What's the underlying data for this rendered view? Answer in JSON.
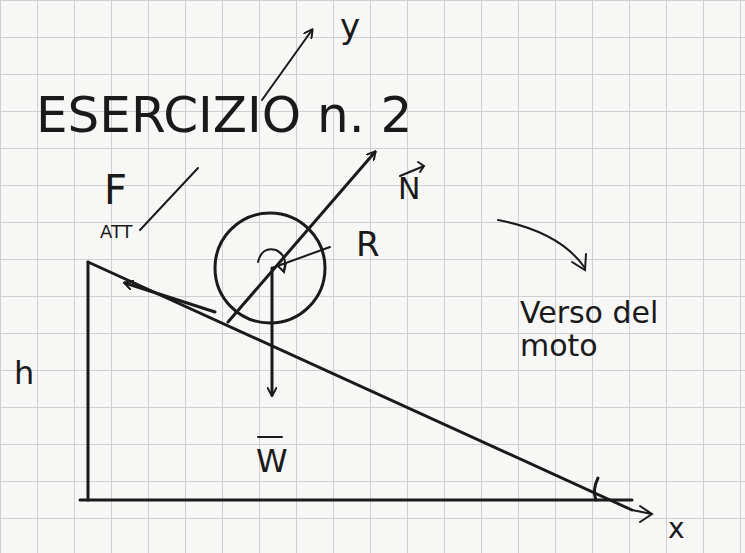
{
  "diagram": {
    "title": "ESERCIZIO n. 2",
    "labels": [
      "y",
      "F",
      "ATT",
      "N",
      "R",
      "W",
      "h",
      "Verso del moto",
      "x"
    ]
  }
}
